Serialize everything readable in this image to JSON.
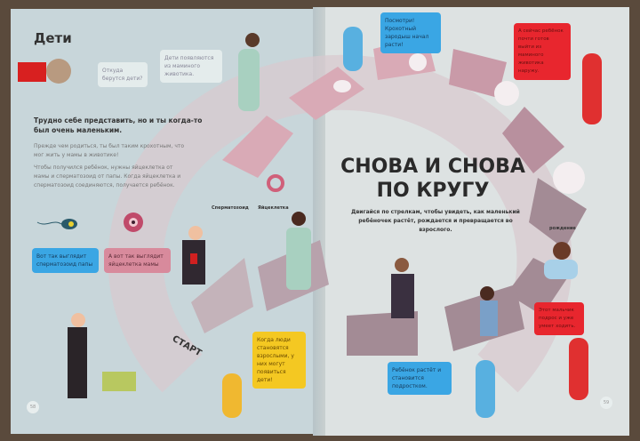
{
  "left_page": {
    "heading": "Дети",
    "bubble_question": "Откуда берутся дети?",
    "bubble_answer": "Дети появляются из маминого животика.",
    "intro_bold": "Трудно себе представить, но и ты когда-то был очень маленьким.",
    "para1": "Прежде чем родиться, ты был таким крохотным, что мог жить у мамы в животике!",
    "para2": "Чтобы получился ребёнок, нужны яйцеклетка от мамы и сперматозоид от папы. Когда яйцеклетка и сперматозоид соединяются, получается ребёнок.",
    "sperm_bubble": "Вот так выглядит сперматозоид папы",
    "egg_bubble": "А вот так выглядит яйцеклетка мамы",
    "label_sperm": "Сперматозоид",
    "label_egg": "Яйцеклетка",
    "start": "СТАРТ",
    "adults_bubble": "Когда люди становятся взрослыми, у них могут появиться дети!",
    "page_number": "58"
  },
  "right_page": {
    "title_line1": "СНОВА И СНОВА",
    "title_line2": "ПО КРУГУ",
    "subtitle": "Двигайся по стрелкам, чтобы увидеть, как маленький ребёночек растёт, рождается и превращается во взрослого.",
    "embryo_bubble": "Посмотри! Крохотный зародыш начал расти!",
    "ready_bubble": "А сейчас ребёнок почти готов выйти из маминого животика наружу.",
    "birth_label": "рождение",
    "walk_bubble": "Этот мальчик подрос и уже умеет ходить.",
    "teen_bubble": "Ребёнок растёт и становится подростком.",
    "page_number": "59"
  },
  "colors": {
    "arrow_pink": "#d9aab6",
    "arrow_mauve": "#a38b95",
    "left_bg": "#c8d6da",
    "right_bg": "#dde2e2"
  }
}
